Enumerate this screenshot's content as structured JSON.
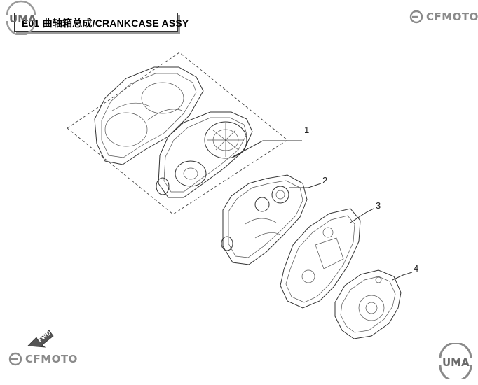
{
  "title": {
    "code": "E01",
    "text": "E01 曲轴箱总成/CRANKCASE ASSY"
  },
  "brand": {
    "uma_logo_text": "UMA",
    "cf_logo_text": "CFMOTO"
  },
  "callouts": [
    "1",
    "2",
    "3",
    "4"
  ],
  "fwd_label": "FWD",
  "colors": {
    "line": "#333333",
    "logo_gray": "#8a8a8a",
    "title_shadow": "#9a9a9a"
  }
}
